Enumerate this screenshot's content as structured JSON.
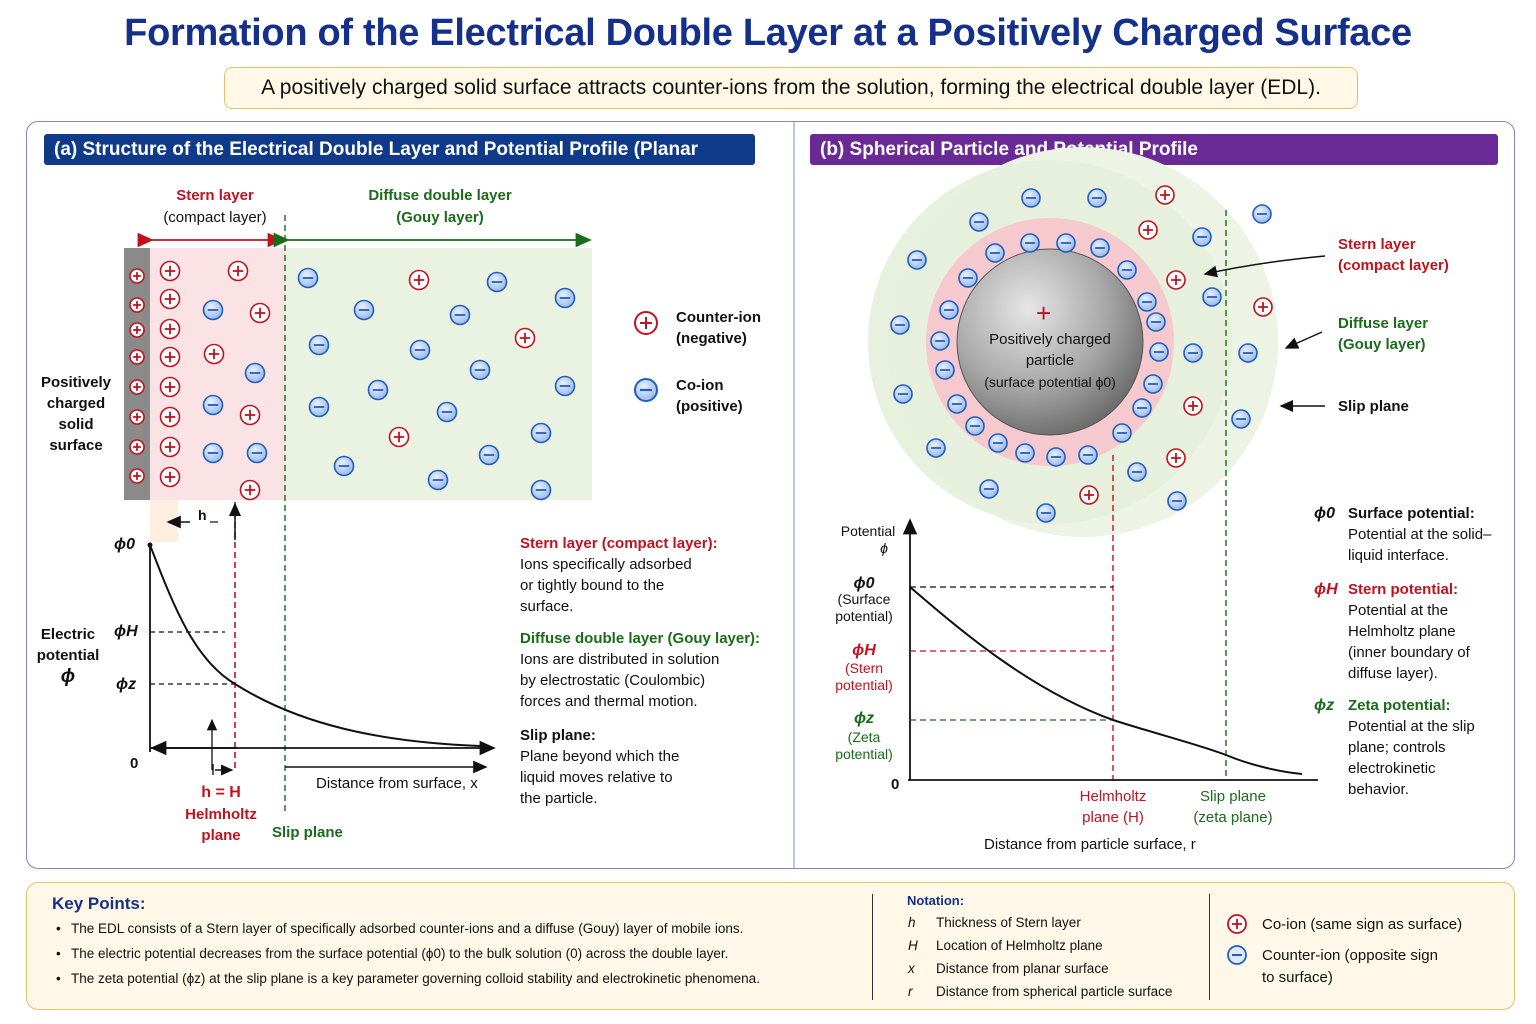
{
  "title": "Formation of the Electrical Double Layer at a Positively Charged Surface",
  "subtitle": "A positively charged solid surface attracts counter-ions from the solution, forming the electrical double layer (EDL).",
  "panel_a": {
    "heading": "(a) Structure of the Electrical Double Layer and Potential Profile (Planar Surface)",
    "stern_label": "Stern layer",
    "stern_sub": "(compact layer)",
    "diffuse_label": "Diffuse double layer",
    "diffuse_sub": "(Gouy layer)",
    "surface_label": [
      "Positively",
      "charged",
      "solid",
      "surface"
    ],
    "legend_counter": [
      "Counter-ion",
      "(negative)"
    ],
    "legend_co": [
      "Co-ion",
      "(positive)"
    ],
    "h_label": "h",
    "phi0": "ϕ0",
    "phiH": "ϕH",
    "phiZ": "ϕz",
    "ylabel": [
      "Electric",
      "potential",
      "ϕ"
    ],
    "zero": "0",
    "xlabel": "Distance from surface, x",
    "h_eq": "h = H",
    "helmholtz": [
      "Helmholtz",
      "plane"
    ],
    "slip": "Slip plane",
    "desc": {
      "stern_title": "Stern layer (compact layer):",
      "stern_lines": [
        "Ions specifically adsorbed",
        "or tightly bound to the",
        "surface."
      ],
      "diffuse_title": "Diffuse double layer (Gouy layer):",
      "diffuse_lines": [
        "Ions are distributed in solution",
        "by electrostatic (Coulombic)",
        "forces and thermal motion."
      ],
      "slip_title": "Slip plane:",
      "slip_lines": [
        "Plane beyond which the",
        "liquid moves relative to",
        "the particle."
      ]
    }
  },
  "panel_b": {
    "heading": "(b) Spherical Particle and Potential Profile",
    "particle_plus": "+",
    "particle_label": [
      "Positively charged",
      "particle",
      "(surface potential ϕ0)"
    ],
    "stern_label": [
      "Stern layer",
      "(compact layer)"
    ],
    "diffuse_label": [
      "Diffuse layer",
      "(Gouy layer)"
    ],
    "slip_label": "Slip plane",
    "ylabel": [
      "Potential",
      "ϕ"
    ],
    "phi0": [
      "ϕ0",
      "(Surface",
      "potential)"
    ],
    "phiH": [
      "ϕH",
      "(Stern",
      "potential)"
    ],
    "phiZ": [
      "ϕz",
      "(Zeta",
      "potential)"
    ],
    "zero": "0",
    "helmholtz": [
      "Helmholtz",
      "plane (H)"
    ],
    "slip_axis": [
      "Slip plane",
      "(zeta plane)"
    ],
    "xlabel": "Distance from particle surface, r",
    "defs": [
      {
        "sym": "ϕ0",
        "title": "Surface potential:",
        "lines": [
          "Potential at the solid–",
          "liquid interface."
        ],
        "color": "#111111"
      },
      {
        "sym": "ϕH",
        "title": "Stern potential:",
        "lines": [
          "Potential at the",
          "Helmholtz plane",
          "(inner boundary of",
          "diffuse layer)."
        ],
        "color": "#c0121f"
      },
      {
        "sym": "ϕz",
        "title": "Zeta potential:",
        "lines": [
          "Potential at the slip",
          "plane; controls",
          "electrokinetic",
          "behavior."
        ],
        "color": "#1a6b1a"
      }
    ]
  },
  "key_points": {
    "title": "Key Points:",
    "items": [
      "The EDL consists of a Stern layer of specifically adsorbed counter-ions and a diffuse (Gouy) layer of mobile ions.",
      "The electric potential decreases from the surface potential (ϕ0) to the bulk solution (0) across the double layer.",
      "The zeta potential (ϕz) at the slip plane is a key parameter governing colloid stability and electrokinetic phenomena."
    ]
  },
  "notation": {
    "title": "Notation:",
    "items": [
      {
        "sym": "h",
        "desc": "Thickness of Stern layer"
      },
      {
        "sym": "H",
        "desc": "Location of Helmholtz plane"
      },
      {
        "sym": "x",
        "desc": "Distance from planar surface"
      },
      {
        "sym": "r",
        "desc": "Distance from spherical particle surface"
      }
    ]
  },
  "ion_legend": {
    "co": "Co-ion (same sign as surface)",
    "counter": [
      "Counter-ion (opposite sign",
      "to surface)"
    ]
  },
  "colors": {
    "title": "#14308a",
    "red": "#c0121f",
    "green": "#1a6b1a",
    "blue": "#1f5fbf",
    "purple": "#6a2a95"
  }
}
